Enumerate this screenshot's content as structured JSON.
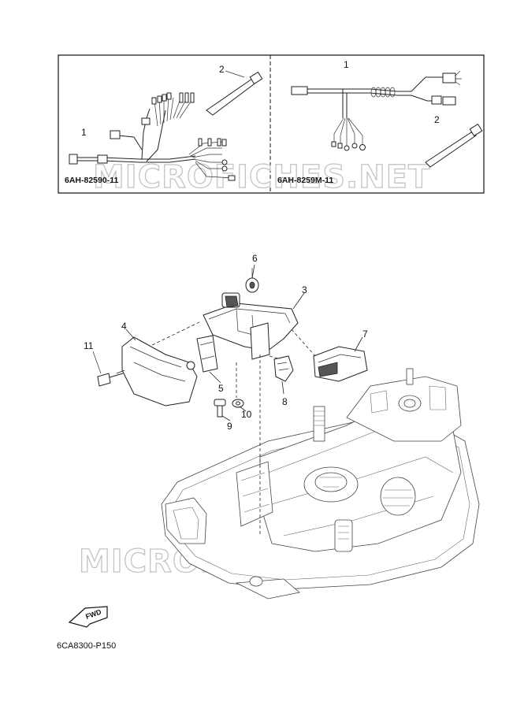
{
  "kits": {
    "left": {
      "code": "6AH-82590-11",
      "callouts": [
        "1",
        "2"
      ]
    },
    "right": {
      "code": "6AH-8259M-11",
      "callouts": [
        "1",
        "2"
      ]
    }
  },
  "callouts": [
    "3",
    "4",
    "5",
    "6",
    "7",
    "8",
    "9",
    "10",
    "11"
  ],
  "watermark": "MICROFICHES.NET",
  "direction_label": "FWD",
  "figure_ref": "6CA8300-P150"
}
